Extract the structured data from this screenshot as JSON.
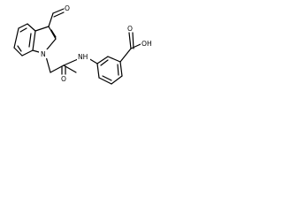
{
  "labels": {
    "indole_nitrogen": "N",
    "aldehyde_oxygen": "O",
    "amide_nh": "NH",
    "amide_oxygen": "O",
    "carboxylic_oh": "OH",
    "carboxylic_oxygen": "O"
  }
}
